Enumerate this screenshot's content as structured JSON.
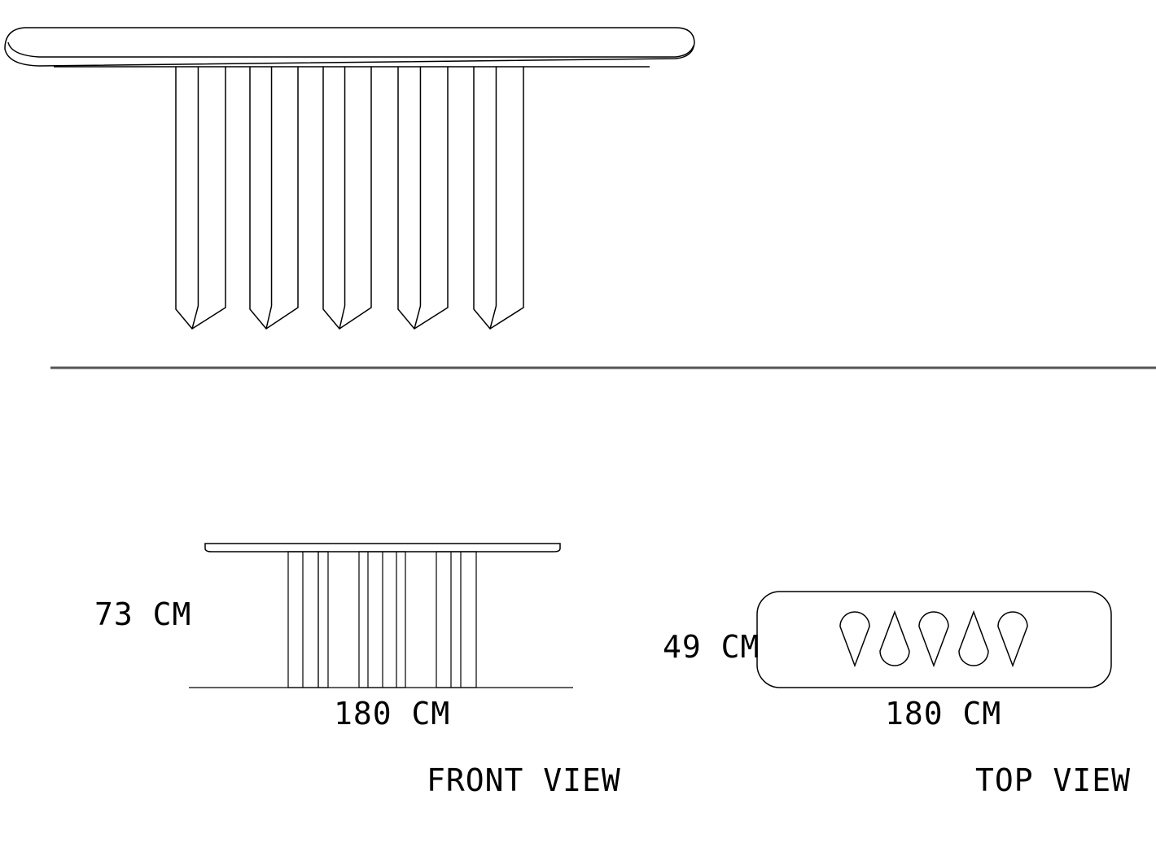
{
  "front_view": {
    "height_label": "73 CM",
    "width_label": "180 CM",
    "title": "FRONT VIEW"
  },
  "top_view": {
    "depth_label": "49 CM",
    "width_label": "180 CM",
    "title": "TOP VIEW"
  },
  "colors": {
    "line": "#000000",
    "divider": "#555555",
    "background": "#ffffff"
  }
}
